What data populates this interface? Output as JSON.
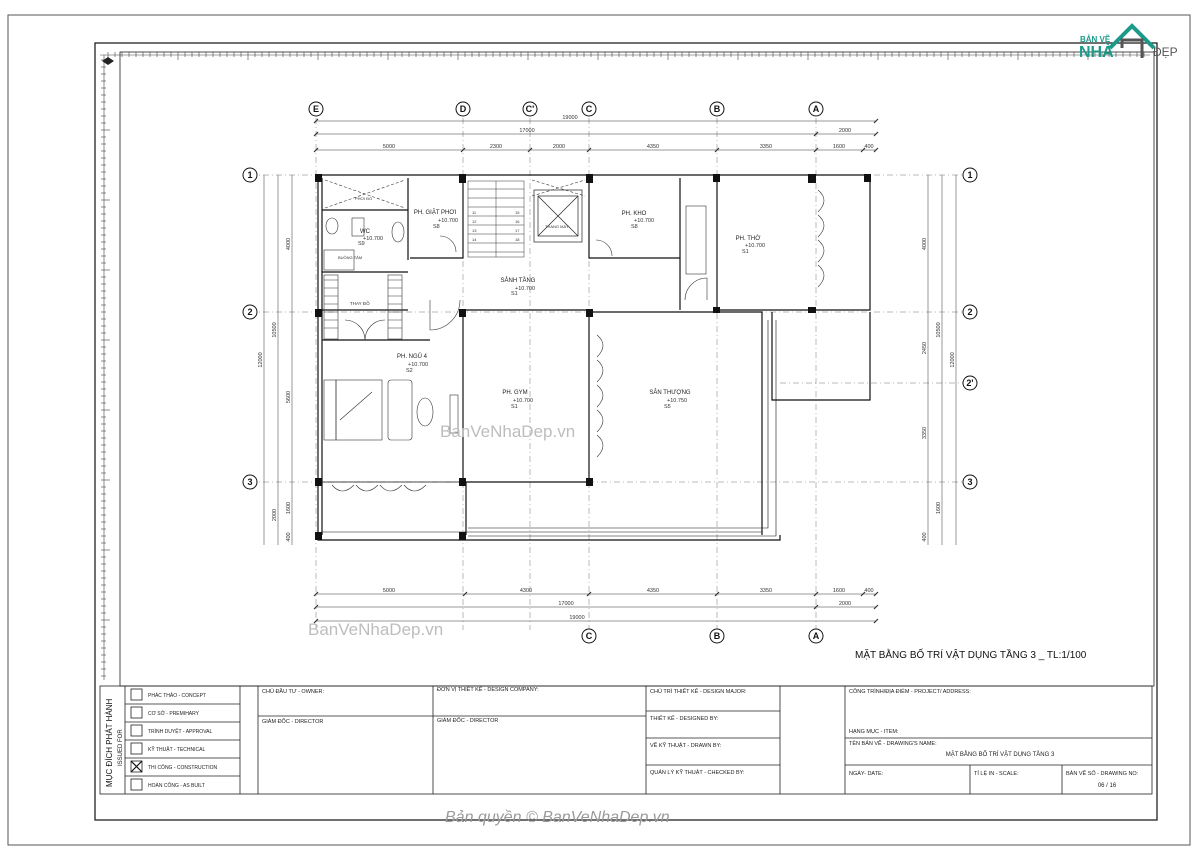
{
  "logo": {
    "line1": "BẢN VẼ",
    "line2": "NHÀ",
    "line3": "ĐẸP"
  },
  "drawing_title": "MẶT BẰNG BỐ TRÍ VẬT DỤNG TẦNG 3 _ TL:1/100",
  "watermarks": {
    "center": "BanVeNhaDep.vn",
    "lower": "BanVeNhaDep.vn",
    "copyright": "Bản quyền © BanVeNhaDep.vn"
  },
  "grid_top": [
    "E",
    "D",
    "C'",
    "C",
    "B",
    "A"
  ],
  "grid_bottom": [
    "C",
    "B",
    "A"
  ],
  "grid_left": [
    "1",
    "2",
    "3"
  ],
  "grid_right": [
    "1",
    "2",
    "2'",
    "3"
  ],
  "dims_top": {
    "overall": "19000",
    "main": "17000",
    "right": "2000",
    "segments": [
      "5000",
      "2300",
      "2000",
      "4350",
      "3350",
      "1600",
      "400"
    ]
  },
  "dims_bottom": {
    "overall": "19000",
    "main": "17000",
    "right": "2000",
    "segments": [
      "5000",
      "4300",
      "4350",
      "3350",
      "1600",
      "400"
    ]
  },
  "dims_left": {
    "overall": "12000",
    "mid": "10500",
    "segments": [
      "4000",
      "5600",
      "1600",
      "2000",
      "400"
    ]
  },
  "dims_right": {
    "overall": "12000",
    "mid": "10500",
    "segments": [
      "4000",
      "2450",
      "3350",
      "1600",
      "400"
    ]
  },
  "rooms": [
    {
      "name": "PH. GIẶT PHƠI",
      "level": "+10.700",
      "code": "S8"
    },
    {
      "name": "WC",
      "level": "+10.700",
      "code": "S9"
    },
    {
      "name": "PH. KHO",
      "level": "+10.700",
      "code": "S8"
    },
    {
      "name": "PH. THỜ",
      "level": "+10.700",
      "code": "S1"
    },
    {
      "name": "SẢNH TẦNG",
      "level": "+10.700",
      "code": "S1"
    },
    {
      "name": "PH. NGỦ 4",
      "level": "+10.700",
      "code": "S2"
    },
    {
      "name": "PH. GYM",
      "level": "+10.700",
      "code": "S1"
    },
    {
      "name": "SÂN THƯỢNG",
      "level": "+10.750",
      "code": "S5"
    }
  ],
  "small_labels": {
    "shower": "BUỒNG TẮM",
    "closet": "THAY ĐỒ",
    "elevator": "THANG MÁY",
    "drying": "PHƠI ĐỒ",
    "stairs": [
      "11",
      "12",
      "13",
      "14",
      "15",
      "16",
      "17",
      "18"
    ]
  },
  "title_block": {
    "side_title": "MỤC ĐÍCH PHÁT HÀNH",
    "side_sub": "ISSUED FOR",
    "stages": [
      {
        "label": "PHÁC THẢO - CONCEPT",
        "checked": false
      },
      {
        "label": "CƠ SỞ - PREMIHARY",
        "checked": false
      },
      {
        "label": "TRÌNH DUYỆT - APPROVAL",
        "checked": false
      },
      {
        "label": "KỸ THUẬT - TECHNICAL",
        "checked": false
      },
      {
        "label": "THI CÔNG - CONSTRUCTION",
        "checked": true
      },
      {
        "label": "HOÀN CÔNG - AS BUILT",
        "checked": false
      }
    ],
    "owner": "CHỦ ĐẦU TƯ - OWNER:",
    "director_left": "GIÁM ĐỐC - DIRECTOR",
    "design_company": "ĐƠN VỊ THIẾT KẾ - DESIGN COMPANY:",
    "director_mid": "GIÁM ĐỐC - DIRECTOR",
    "design_major": "CHỦ TRÌ THIẾT KẾ - DESIGN MAJOR:",
    "designed_by": "THIẾT KẾ - DESIGNED BY:",
    "drawn_by": "VẼ KỸ THUẬT - DRAWN BY:",
    "checked_by": "QUẢN LÝ KỸ THUẬT - CHECKED BY:",
    "project": "CÔNG TRÌNH/ĐỊA ĐIỂM - PROJECT/ ADDRESS:",
    "item": "HẠNG MỤC - ITEM:",
    "drawing_name_label": "TÊN BẢN VẼ - DRAWING'S NAME:",
    "drawing_name": "MẶT BẰNG BỐ TRÍ VẬT DỤNG TẦNG 3",
    "date": "NGÀY- DATE:",
    "scale": "TỈ LỆ IN - SCALE:",
    "drawing_no_label": "BẢN VẼ SỐ - DRAWING NO:",
    "drawing_no": "06 / 16"
  }
}
